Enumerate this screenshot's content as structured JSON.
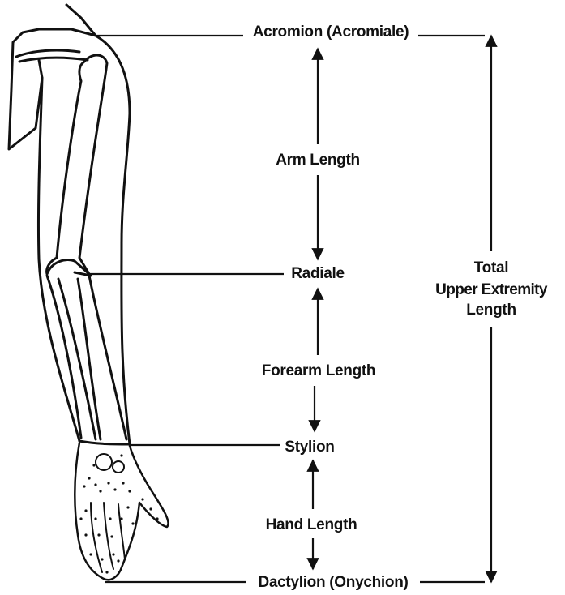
{
  "landmarks": {
    "acromion": "Acromion (Acromiale)",
    "radiale": "Radiale",
    "stylion": "Stylion",
    "dactylion": "Dactylion (Onychion)"
  },
  "segments": {
    "arm_length": "Arm Length",
    "forearm_length": "Forearm Length",
    "hand_length": "Hand Length"
  },
  "total": {
    "line1": "Total",
    "line2": "Upper Extremity",
    "line3": "Length"
  },
  "colors": {
    "ink": "#111111",
    "background": "#ffffff"
  }
}
